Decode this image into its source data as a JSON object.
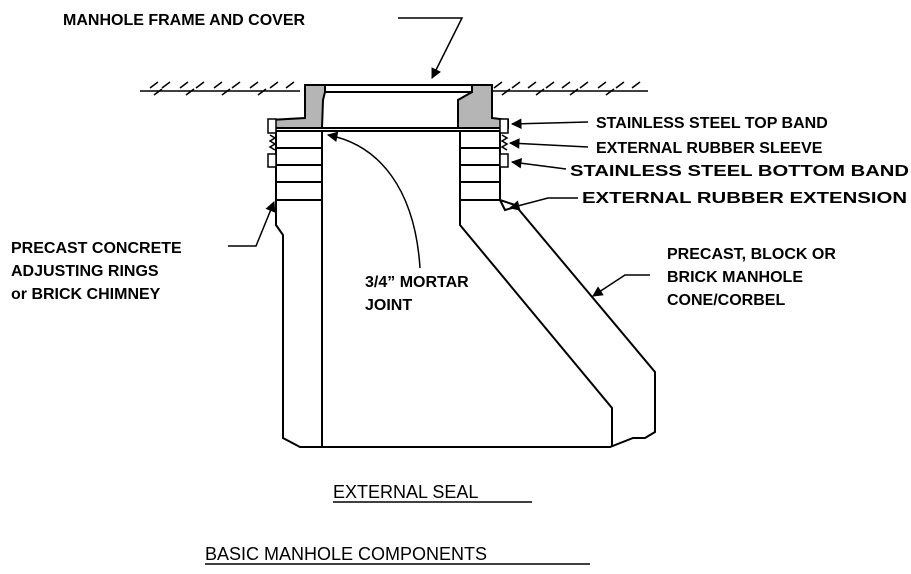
{
  "labels": {
    "frame_cover": "MANHOLE FRAME AND COVER",
    "top_band": "STAINLESS STEEL TOP BAND",
    "rubber_sleeve": "EXTERNAL RUBBER SLEEVE",
    "bottom_band": "STAINLESS STEEL BOTTOM BAND",
    "rubber_extension": "EXTERNAL RUBBER EXTENSION",
    "adjusting_rings_1": "PRECAST CONCRETE",
    "adjusting_rings_2": "ADJUSTING RINGS",
    "adjusting_rings_3": "or BRICK CHIMNEY",
    "mortar_1": "3/4” MORTAR",
    "mortar_2": "JOINT",
    "cone_1": "PRECAST, BLOCK OR",
    "cone_2": "BRICK MANHOLE",
    "cone_3": "CONE/CORBEL"
  },
  "titles": {
    "sub": "EXTERNAL SEAL",
    "main": "BASIC MANHOLE COMPONENTS"
  },
  "colors": {
    "line": "#000000",
    "frame_fill": "#b5b5b5",
    "background": "#ffffff"
  }
}
